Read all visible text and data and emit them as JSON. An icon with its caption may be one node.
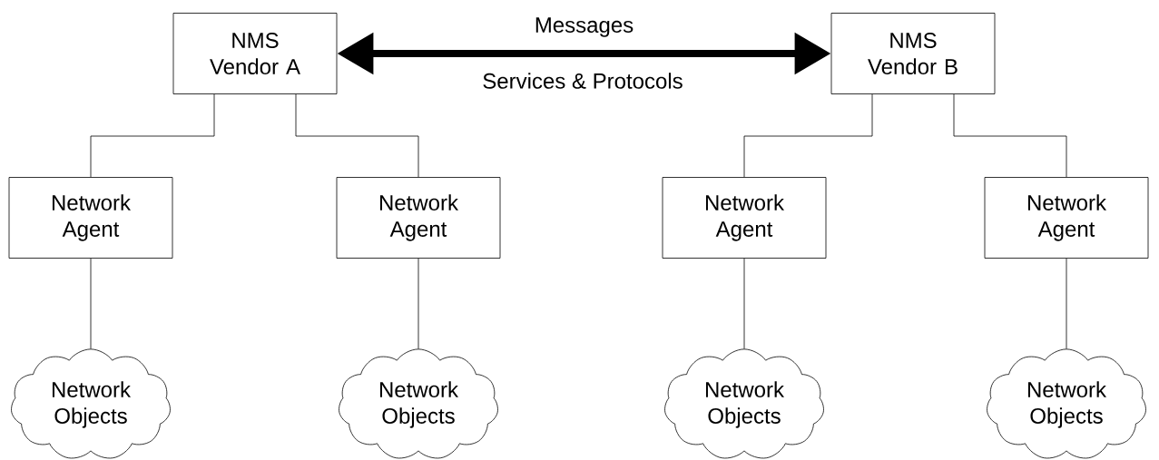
{
  "diagram": {
    "nodes": [
      {
        "text": [
          "NMS Vendor A"
        ]
      },
      {
        "text": [
          "NMS Vendor B"
        ]
      },
      {
        "text": [
          "Network Agent"
        ]
      },
      {
        "text": [
          "Network Agent"
        ]
      },
      {
        "text": [
          "Network Agent"
        ]
      },
      {
        "text": [
          "Network Agent"
        ]
      },
      {
        "text": [
          "Network Objects"
        ]
      },
      {
        "text": [
          "Network Objects"
        ]
      },
      {
        "text": [
          "Network Objects"
        ]
      },
      {
        "text": [
          "Network Objects"
        ]
      }
    ],
    "edges": [
      {
        "from": 0,
        "to": 1,
        "arrow": "both",
        "style": "thick",
        "label": "Messages"
      },
      {
        "from": 0,
        "to": 2,
        "arrow": "none"
      },
      {
        "from": 0,
        "to": 3,
        "arrow": "none"
      },
      {
        "from": 1,
        "to": 4,
        "arrow": "none"
      },
      {
        "from": 1,
        "to": 5,
        "arrow": "none"
      },
      {
        "from": 2,
        "to": 6,
        "arrow": "none"
      },
      {
        "from": 3,
        "to": 7,
        "arrow": "none"
      },
      {
        "from": 4,
        "to": 8,
        "arrow": "none"
      },
      {
        "from": 5,
        "to": 9,
        "arrow": "none"
      }
    ],
    "labels": [
      "Services & Protocols"
    ]
  }
}
